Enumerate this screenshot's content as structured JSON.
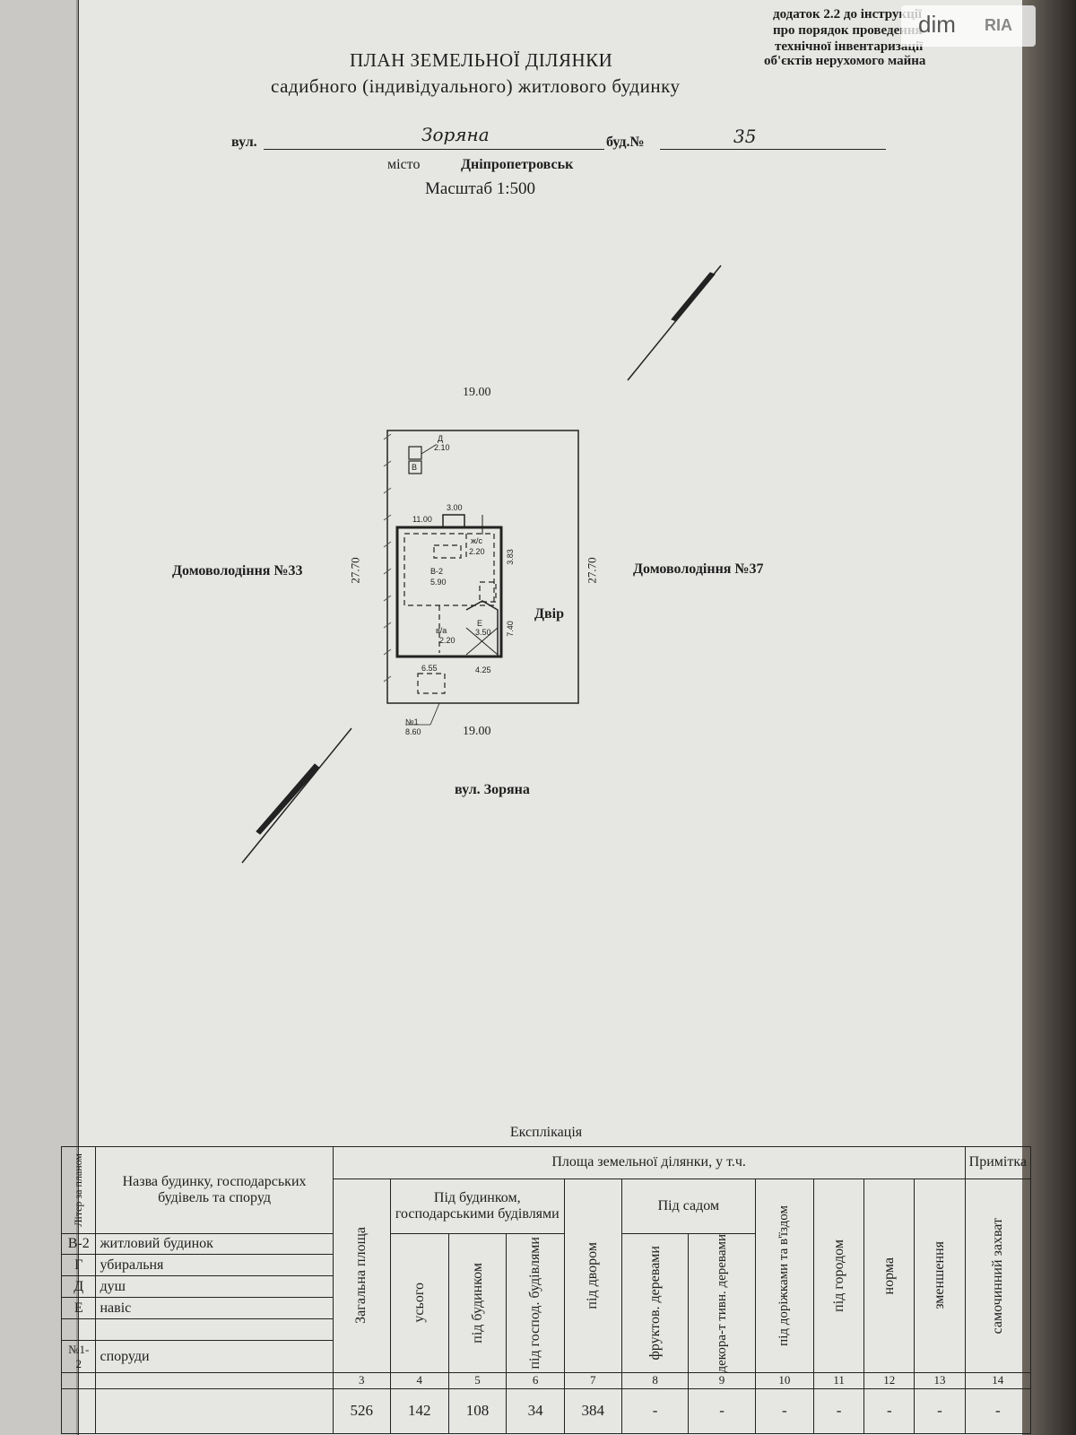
{
  "header": {
    "appendix_line1": "додаток 2.2 до інструкції",
    "appendix_line2": "про порядок проведення",
    "appendix_line3": "технічної інвентаризації",
    "appendix_line4": "об'єктів нерухомого майна",
    "title": "ПЛАН ЗЕМЕЛЬНОЇ ДІЛЯНКИ",
    "subtitle": "садибного (індивідуального) житлового будинку",
    "street_label": "вул.",
    "street_value": "Зоряна",
    "building_label": "буд.№",
    "building_value": "35",
    "city_label": "місто",
    "city_value": "Дніпропетровськ",
    "scale": "Масштаб 1:500"
  },
  "watermark": {
    "dim": "dim",
    "ria": "RIA"
  },
  "plan": {
    "top_width": "19.00",
    "bottom_width": "19.00",
    "left_depth": "27.70",
    "right_depth": "27.70",
    "neighbor_left": "Домоволодіння №33",
    "neighbor_right": "Домоволодіння №37",
    "yard": "Двір",
    "street_bottom": "вул. Зоряна",
    "shower_label": "Д",
    "shower_area": "2.10",
    "toilet_label": "В",
    "house_label": "В-2",
    "house_area": "5.90",
    "ws_label": "ж/с",
    "ws_area": "2.20",
    "wa_label": "в/а",
    "wa_area": "2.20",
    "canopy_label": "Е",
    "canopy_area": "3.50",
    "dim_11": "11.00",
    "dim_3": "3.00",
    "dim_655": "6.55",
    "dim_425": "4.25",
    "dim_383": "3.83",
    "dim_740": "7.40",
    "gate_label": "№1",
    "gate_value": "8.60"
  },
  "table": {
    "title": "Експлікація",
    "col_letter": "Літер за планом",
    "col_name": "Назва будинку, господарських будівель та споруд",
    "col_area_group": "Площа земельної ділянки, у т.ч.",
    "col_note": "Примітка",
    "col_total": "Загальна площа",
    "col_under_buildings": "Під будинком, господарськими будівлями",
    "col_garden": "Під садом",
    "col_all": "усього",
    "col_house": "під будинком",
    "col_outbuild": "під господ. будівлями",
    "col_yard": "під двором",
    "col_fruit": "фруктов. деревами",
    "col_decor": "декора-т тивн. деревами",
    "col_paths": "під доріжками та в'їздом",
    "col_veg": "під городом",
    "col_norm": "норма",
    "col_reduce": "зменшення",
    "col_self": "самочинний захват",
    "col_numbers": [
      "3",
      "4",
      "5",
      "6",
      "7",
      "8",
      "9",
      "10",
      "11",
      "12",
      "13",
      "14"
    ],
    "rows": [
      {
        "letter": "В-2",
        "name": "житловий будинок"
      },
      {
        "letter": "Г",
        "name": "убиральня"
      },
      {
        "letter": "Д",
        "name": "душ"
      },
      {
        "letter": "Е",
        "name": "навіс"
      },
      {
        "letter": "",
        "name": ""
      },
      {
        "letter": "№1-2",
        "name": "споруди"
      }
    ],
    "values": [
      "526",
      "142",
      "108",
      "34",
      "384",
      "-",
      "-",
      "-",
      "-",
      "-",
      "-",
      "-"
    ]
  }
}
